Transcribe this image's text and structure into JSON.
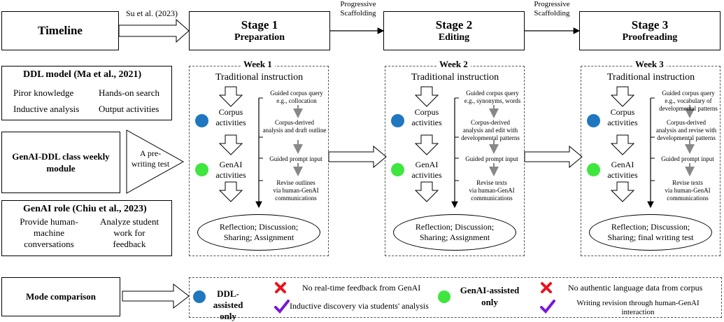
{
  "timeline": {
    "label": "Timeline",
    "citation": "Su et al. (2023)"
  },
  "scaffold_labels": [
    "Progressive\nScaffolding",
    "Progressive\nScaffolding"
  ],
  "stages": [
    {
      "title": "Stage 1",
      "subtitle": "Preparation"
    },
    {
      "title": "Stage 2",
      "subtitle": "Editing"
    },
    {
      "title": "Stage 3",
      "subtitle": "Proofreading"
    }
  ],
  "ddl_model": {
    "title": "DDL model (Ma et al., 2021)",
    "items": [
      "Piror knowledge",
      "Hands-on search",
      "Inductive analysis",
      "Output activities"
    ]
  },
  "class_module": {
    "title": "GenAI-DDL class weekly\nmodule",
    "pre_test": "A pre-\nwriting test"
  },
  "genai_role": {
    "title": "GenAI role (Chiu et al., 2023)",
    "items": [
      "Provide human-\nmachine\nconversations",
      "Analyze student\nwork for\nfeedback"
    ]
  },
  "weeks": [
    {
      "label": "Week 1",
      "instruction": "Traditional instruction",
      "corpus": "Corpus\nactivities",
      "genai": "GenAI\nactivities",
      "steps": [
        "Guided corpus query\ne.g., collocation",
        "Corpus-derived\nanalysis and draft outline",
        "Guided prompt input",
        "Revise outlines\nvia human-GenAI\ncommunications"
      ],
      "outcome": "Reflection;  Discussion;\nSharing; Assignment"
    },
    {
      "label": "Week 2",
      "instruction": "Traditional instruction",
      "corpus": "Corpus\nactivities",
      "genai": "GenAI\nactivities",
      "steps": [
        "Guided corpus query\ne.g., synonyms, words",
        "Corpus-derived\nanalysis and edit with\ndevelopmental patterns",
        "Guided prompt input",
        "Revise texts\nvia human-GenAI\ncommunications"
      ],
      "outcome": "Reflection;  Discussion;\nSharing; Assignment"
    },
    {
      "label": "Week 3",
      "instruction": "Traditional instruction",
      "corpus": "Corpus\nactivities",
      "genai": "GenAI\nactivities",
      "steps": [
        "Guided corpus query\ne.g., vocabulary of\ndevelopmental patterns",
        "Corpus-derived\nanalysis and revise with\ndevelopmental patterns",
        "Guided prompt input",
        "Revise texts\nvia human-GenAI\ncommunications"
      ],
      "outcome": "Reflection;  Discussion;\nSharing; final writing test"
    }
  ],
  "mode": {
    "label": "Mode comparison",
    "ddl": {
      "title": "DDL-assisted\nonly",
      "con": "No real-time feedback from GenAI",
      "pro": "Inductive discovery via students' analysis"
    },
    "genai": {
      "title": "GenAI-assisted\nonly",
      "con": "No authentic language data from corpus",
      "pro": "Writing revision through human-GenAI\ninteraction"
    }
  },
  "colors": {
    "corpus_dot": "#1f77c0",
    "genai_dot": "#3ee63e",
    "cross": "#e8141e",
    "check": "#7a16d8"
  }
}
